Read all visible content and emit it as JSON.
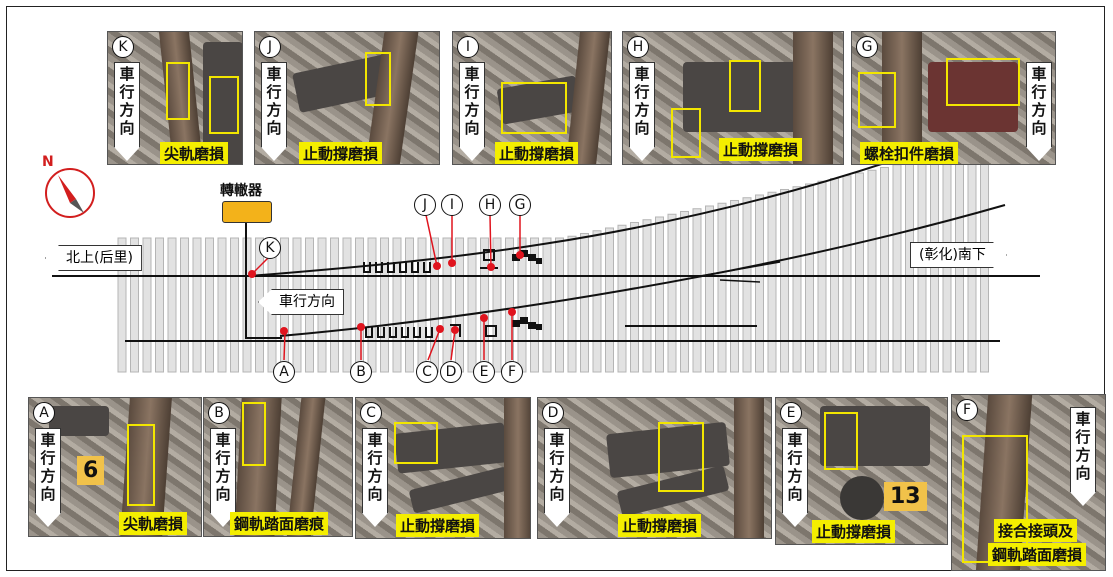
{
  "diagram": {
    "machine_label": "轉轍器",
    "north_label": "N",
    "left_direction": "北上(后里)",
    "right_direction": "(彰化)南下",
    "travel_direction": "車行方向",
    "point_letters": [
      "J",
      "I",
      "H",
      "G",
      "K",
      "A",
      "B",
      "C",
      "D",
      "E",
      "F"
    ]
  },
  "photos": {
    "top": [
      {
        "letter": "K",
        "dir": "車行方向",
        "caption": "尖軌磨損"
      },
      {
        "letter": "J",
        "dir": "車行方向",
        "caption": "止動撐磨損"
      },
      {
        "letter": "I",
        "dir": "車行方向",
        "caption": "止動撐磨損"
      },
      {
        "letter": "H",
        "dir": "車行方向",
        "caption": "止動撐磨損"
      },
      {
        "letter": "G",
        "dir": "車行方向",
        "caption": "螺栓扣件磨損"
      }
    ],
    "bottom": [
      {
        "letter": "A",
        "dir": "車行方向",
        "caption": "尖軌磨損",
        "number": "6"
      },
      {
        "letter": "B",
        "dir": "車行方向",
        "caption": "鋼軌踏面磨痕"
      },
      {
        "letter": "C",
        "dir": "車行方向",
        "caption": "止動撐磨損"
      },
      {
        "letter": "D",
        "dir": "車行方向",
        "caption": "止動撐磨損"
      },
      {
        "letter": "E",
        "dir": "車行方向",
        "caption": "止動撐磨損",
        "number": "13"
      },
      {
        "letter": "F",
        "dir": "車行方向",
        "caption": "接合接頭及鋼軌踏面磨損",
        "caption_line1": "接合接頭及",
        "caption_line2": "鋼軌踏面磨損"
      }
    ]
  },
  "colors": {
    "highlight": "#f4ee00",
    "marker": "#e0141e",
    "machine": "#f3b21a"
  }
}
